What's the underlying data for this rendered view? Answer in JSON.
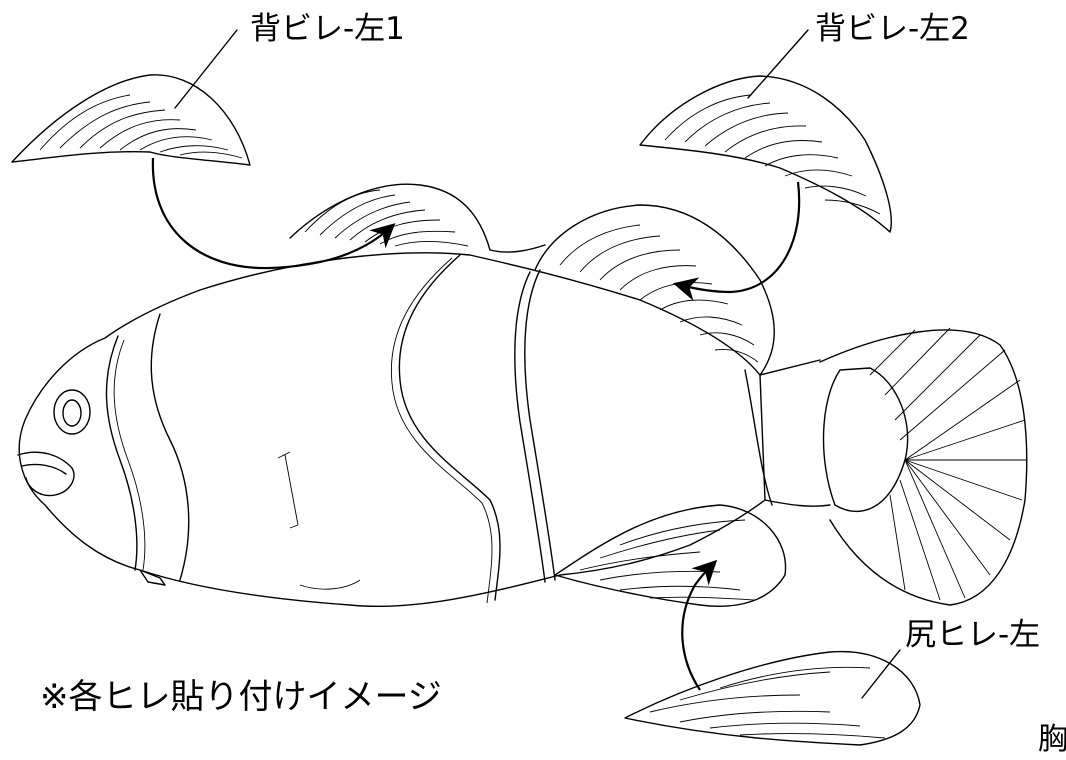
{
  "labels": {
    "dorsal_fin_left_1": "背ビレ-左1",
    "dorsal_fin_left_2": "背ビレ-左2",
    "anal_fin_left": "尻ヒレ-左",
    "note": "※各ヒレ貼り付けイメージ",
    "pectoral_fin_partial": "胸"
  }
}
